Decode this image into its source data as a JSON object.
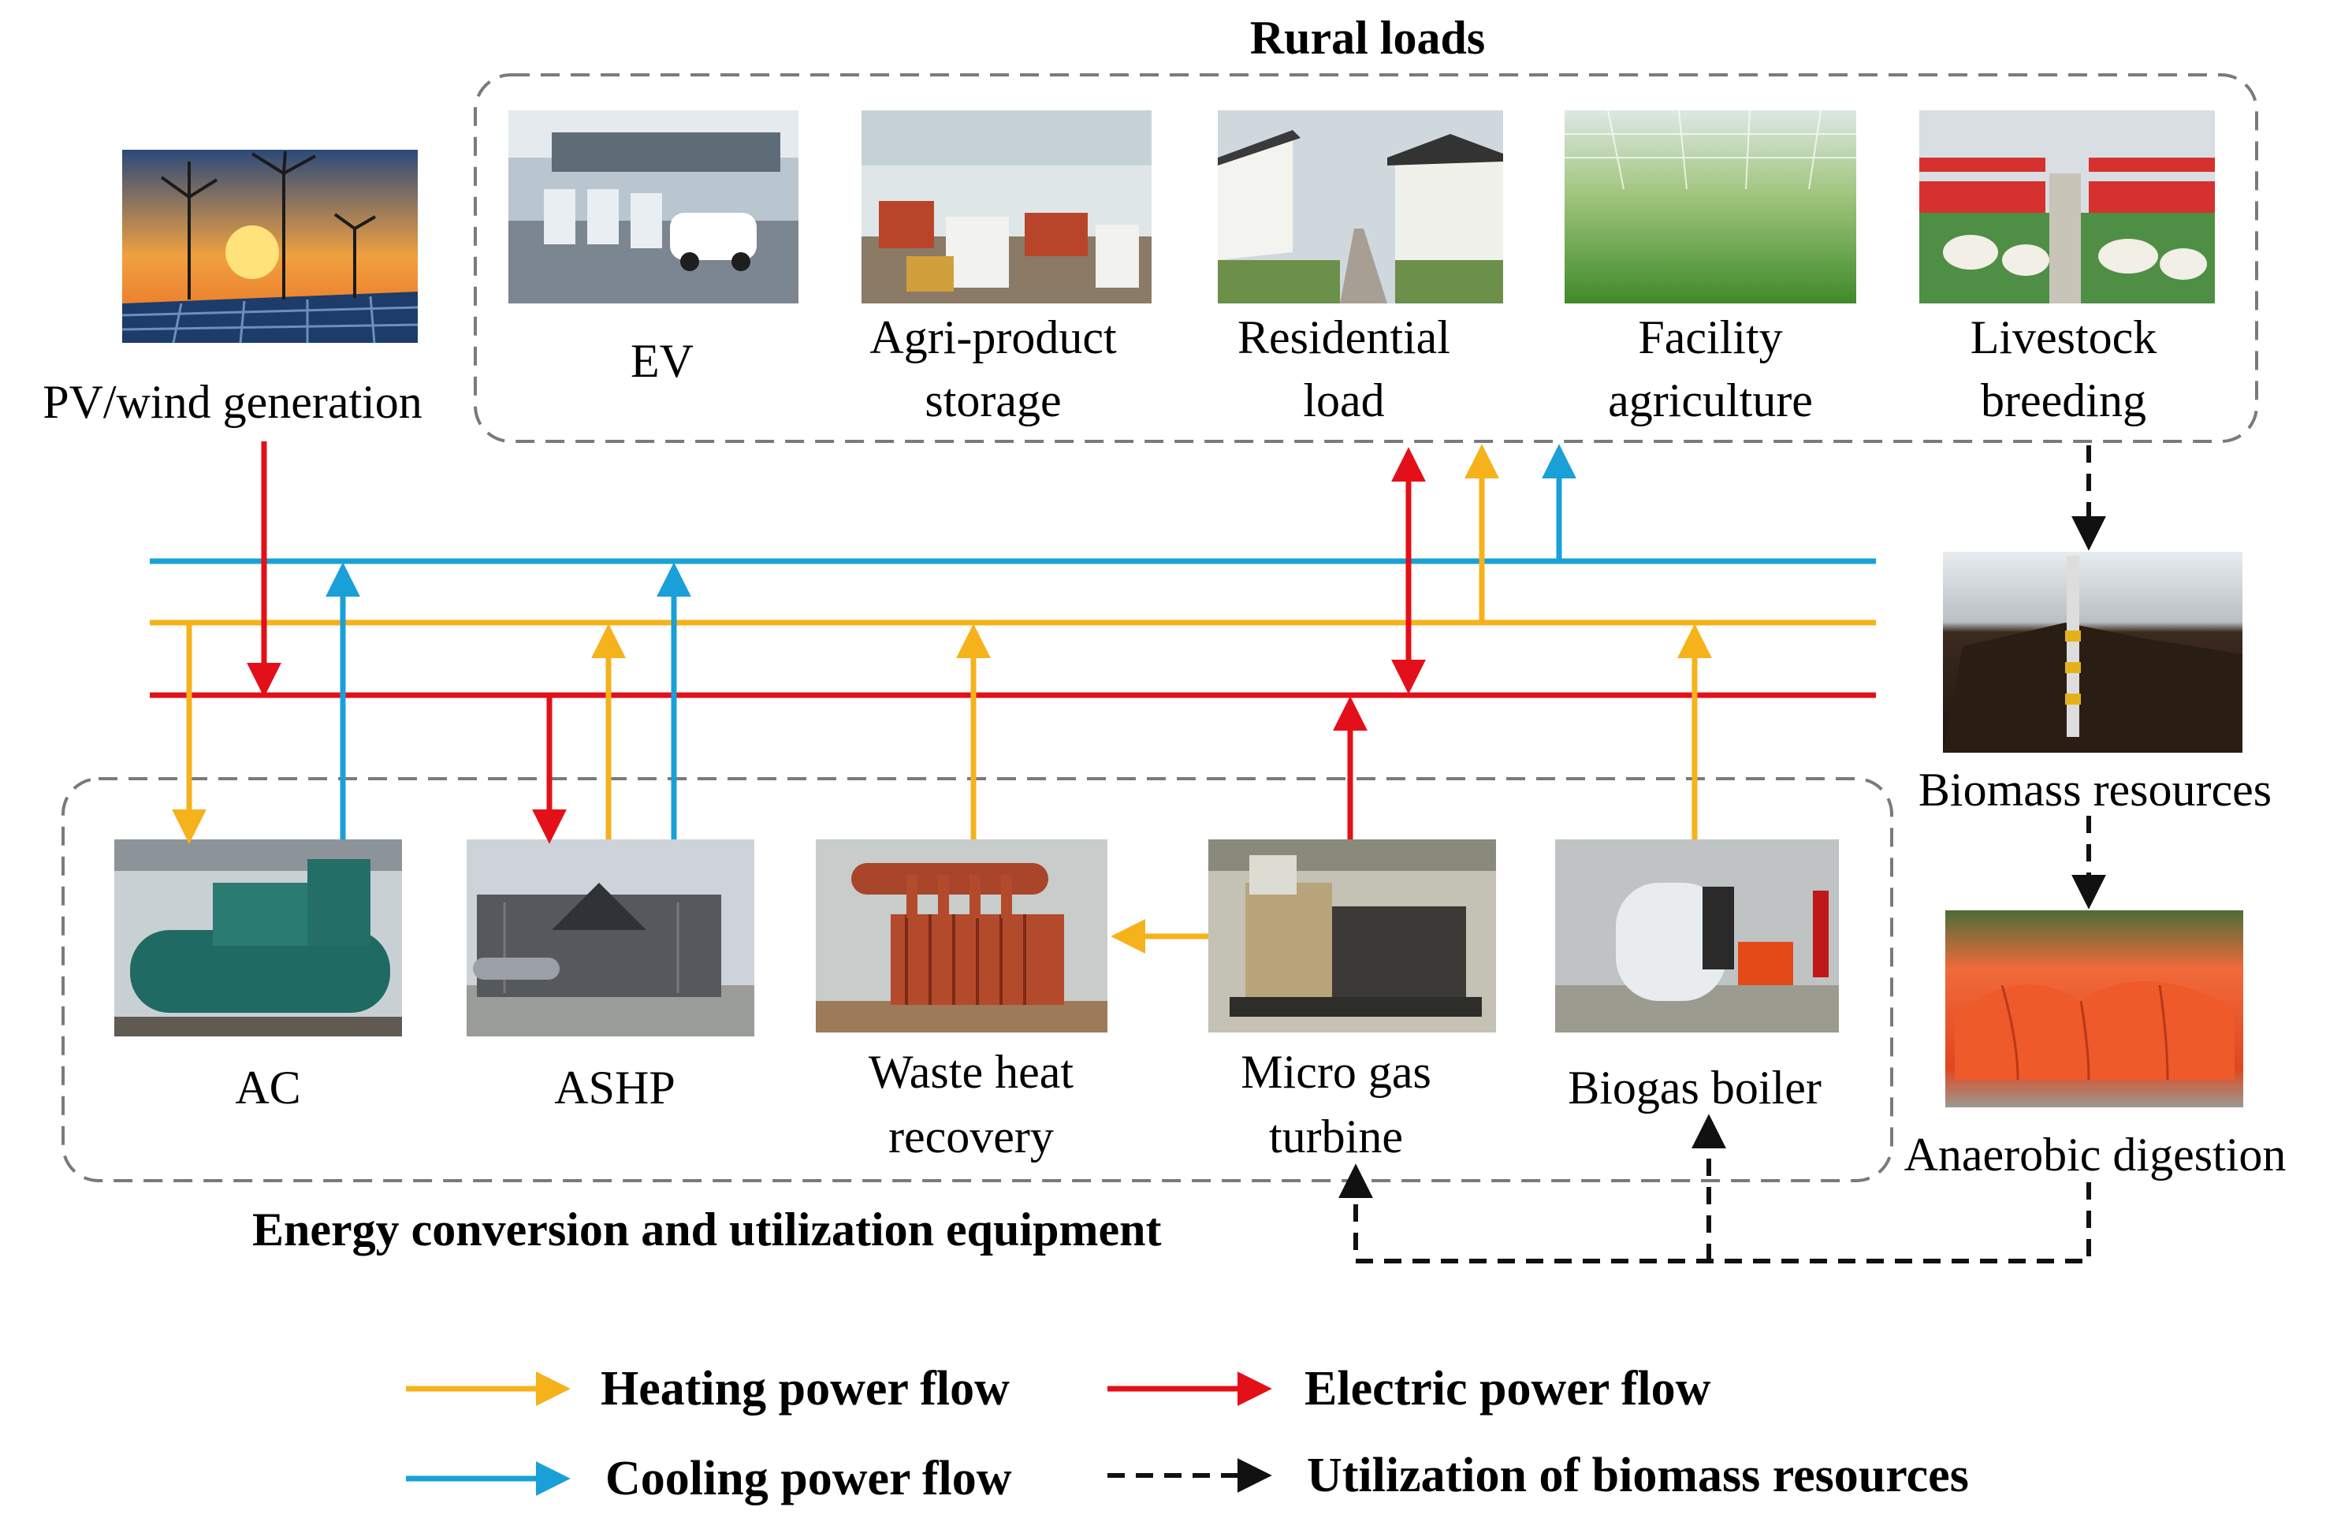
{
  "titles": {
    "rural_loads": "Rural loads",
    "equipment": "Energy conversion and utilization equipment"
  },
  "sources": {
    "pv_wind": "PV/wind generation",
    "biomass": "Biomass resources",
    "anaerobic": "Anaerobic digestion"
  },
  "loads": {
    "ev": "EV",
    "agri_1": "Agri-product",
    "agri_2": "storage",
    "res_1": "Residential",
    "res_2": "load",
    "fac_1": "Facility",
    "fac_2": "agriculture",
    "live_1": "Livestock",
    "live_2": "breeding"
  },
  "equipment": {
    "ac": "AC",
    "ashp": "ASHP",
    "whr_1": "Waste heat",
    "whr_2": "recovery",
    "mgt_1": "Micro gas",
    "mgt_2": "turbine",
    "boiler": "Biogas boiler"
  },
  "legend": {
    "heating": "Heating power flow",
    "electric": "Electric power flow",
    "cooling": "Cooling power flow",
    "biomass": "Utilization of biomass resources"
  },
  "colors": {
    "heating": "#F5B21B",
    "electric": "#E3101A",
    "cooling": "#1AA0D8",
    "biomass": "#111111",
    "frame": "#7a7a7a"
  }
}
